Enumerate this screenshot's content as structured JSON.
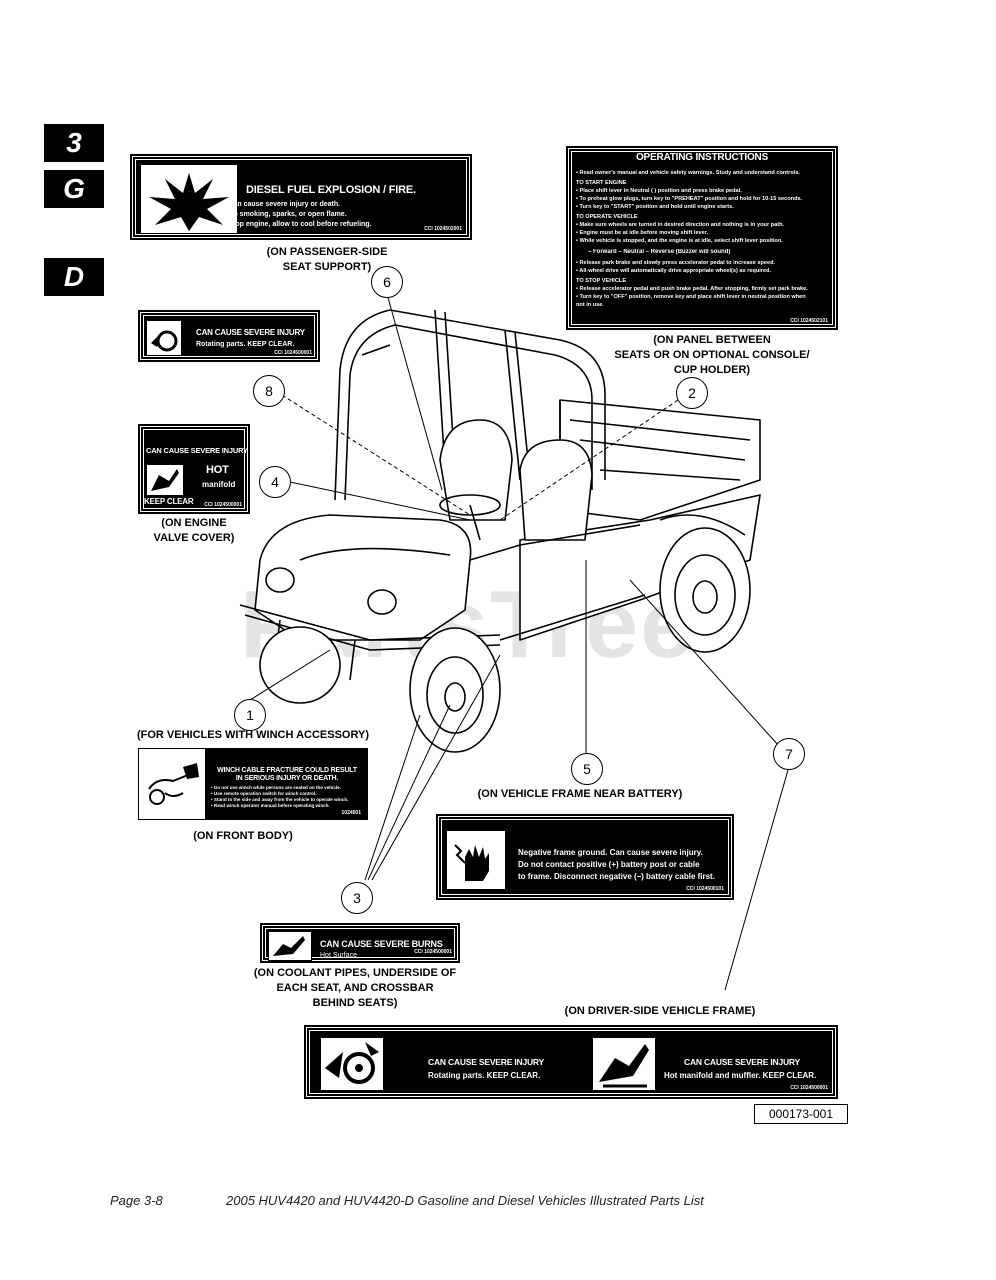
{
  "tabs": [
    "3",
    "G",
    "D"
  ],
  "decals": {
    "diesel": {
      "title": "DIESEL FUEL EXPLOSION / FIRE.",
      "lines": [
        "• Can cause severe injury or death.",
        "• No smoking, sparks, or open flame.",
        "• Stop engine, allow to cool before refueling."
      ],
      "code": "CCI 1024502001",
      "location": "(ON PASSENGER-SIDE\nSEAT SUPPORT)"
    },
    "operating": {
      "title": "OPERATING INSTRUCTIONS",
      "lines": [
        "• Read owner's manual and vehicle safety warnings. Study and understand controls.",
        "TO START ENGINE",
        "• Place shift lever in Neutral ( ) position and press brake pedal.",
        "• To preheat glow plugs, turn key to \"PREHEAT\" position and hold for 10-15 seconds.",
        "• Turn key to \"START\" position and hold until engine starts.",
        "TO OPERATE VEHICLE",
        "• Make sure wheels are turned in desired direction and nothing is in your path.",
        "• Engine must be at idle before moving shift lever.",
        "• While vehicle is stopped, and the engine is at idle, select shift lever position.",
        "– Forward   – Neutral   – Reverse (Buzzer will sound)",
        "• Release park brake and slowly press accelerator pedal to increase speed.",
        "• All-wheel drive will automatically drive appropriate wheel(s) as required.",
        "TO STOP VEHICLE",
        "• Release accelerator pedal and push brake pedal. After stopping, firmly set park brake.",
        "• Turn key to \"OFF\" position, remove key and place shift lever in neutral position when",
        "  not in use."
      ],
      "code": "CCI 1024502101",
      "location": "(ON PANEL BETWEEN\nSEATS OR ON OPTIONAL CONSOLE/\nCUP HOLDER)"
    },
    "rotating_small": {
      "title": "CAN CAUSE SEVERE INJURY",
      "subtitle": "Rotating parts. KEEP CLEAR.",
      "code": "CCI 1024500001"
    },
    "hot_manifold": {
      "title": "CAN CAUSE SEVERE INJURY",
      "hot": "HOT",
      "manifold": "manifold",
      "keep": "KEEP CLEAR",
      "code": "CCI 1024500001",
      "location": "(ON ENGINE\nVALVE COVER)"
    },
    "winch": {
      "location_top": "(FOR VEHICLES WITH WINCH ACCESSORY)",
      "title": "WINCH CABLE FRACTURE COULD RESULT\nIN SERIOUS INJURY OR DEATH.",
      "lines": [
        "• Do not use winch while persons are seated on the vehicle.",
        "• Use remote operation switch for winch control.",
        "• Stand to the side and away from the vehicle to operate winch.",
        "• Read winch operator manual before operating winch."
      ],
      "code": "1024501",
      "location": "(ON FRONT BODY)"
    },
    "battery": {
      "location_top": "(ON VEHICLE FRAME NEAR BATTERY)",
      "lines": [
        "Negative frame ground.  Can cause severe injury.",
        "Do not contact positive (+) battery post or cable",
        "to frame. Disconnect negative (–) battery cable first."
      ],
      "code": "CCI 1024500101"
    },
    "burns": {
      "title": "CAN CAUSE SEVERE BURNS",
      "subtitle": "Hot Surface",
      "code": "CCI 1024500001",
      "location": "(ON COOLANT PIPES, UNDERSIDE OF\nEACH SEAT, AND CROSSBAR\nBEHIND SEATS)"
    },
    "large": {
      "location_top": "(ON DRIVER-SIDE VEHICLE FRAME)",
      "left_title": "CAN CAUSE SEVERE INJURY",
      "left_sub": "Rotating parts. KEEP CLEAR.",
      "right_title": "CAN CAUSE SEVERE INJURY",
      "right_sub": "Hot manifold and muffler. KEEP CLEAR.",
      "code": "CCI 1024500001"
    }
  },
  "callouts": [
    "1",
    "2",
    "3",
    "4",
    "5",
    "6",
    "7",
    "8"
  ],
  "watermark": "PartsTree",
  "figure_id": "000173-001",
  "footer": {
    "page": "Page 3-8",
    "title": "2005 HUV4420 and HUV4420-D Gasoline and Diesel Vehicles Illustrated Parts List"
  }
}
